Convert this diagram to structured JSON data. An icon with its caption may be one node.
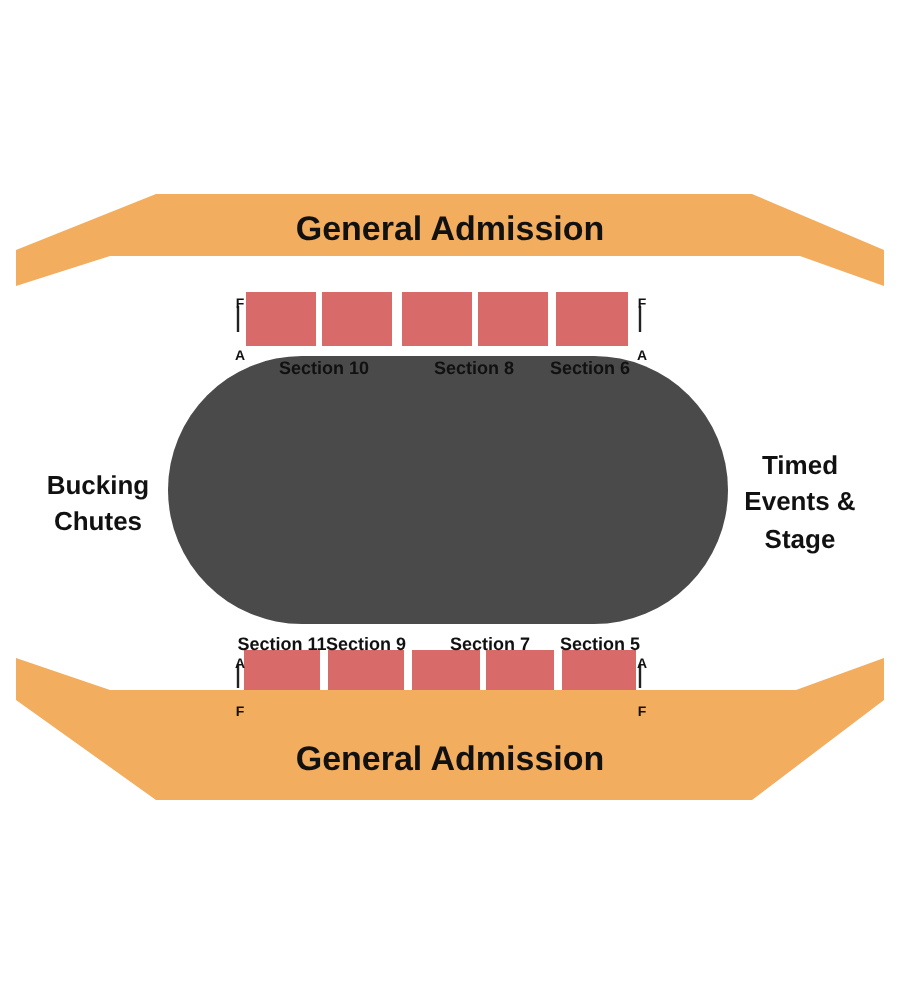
{
  "diagram": {
    "nodes": [
      {
        "text": [
          "General Admission"
        ]
      },
      {
        "text": [
          "General Admission"
        ]
      }
    ],
    "labels": [
      "F",
      "F",
      "A",
      "A",
      "Section 10",
      "Section 8",
      "Section 6",
      "Bucking Chutes",
      "Timed Events & Stage",
      "Section 11",
      "Section 9",
      "Section 7",
      "Section 5",
      "A",
      "A",
      "F",
      "F"
    ]
  }
}
